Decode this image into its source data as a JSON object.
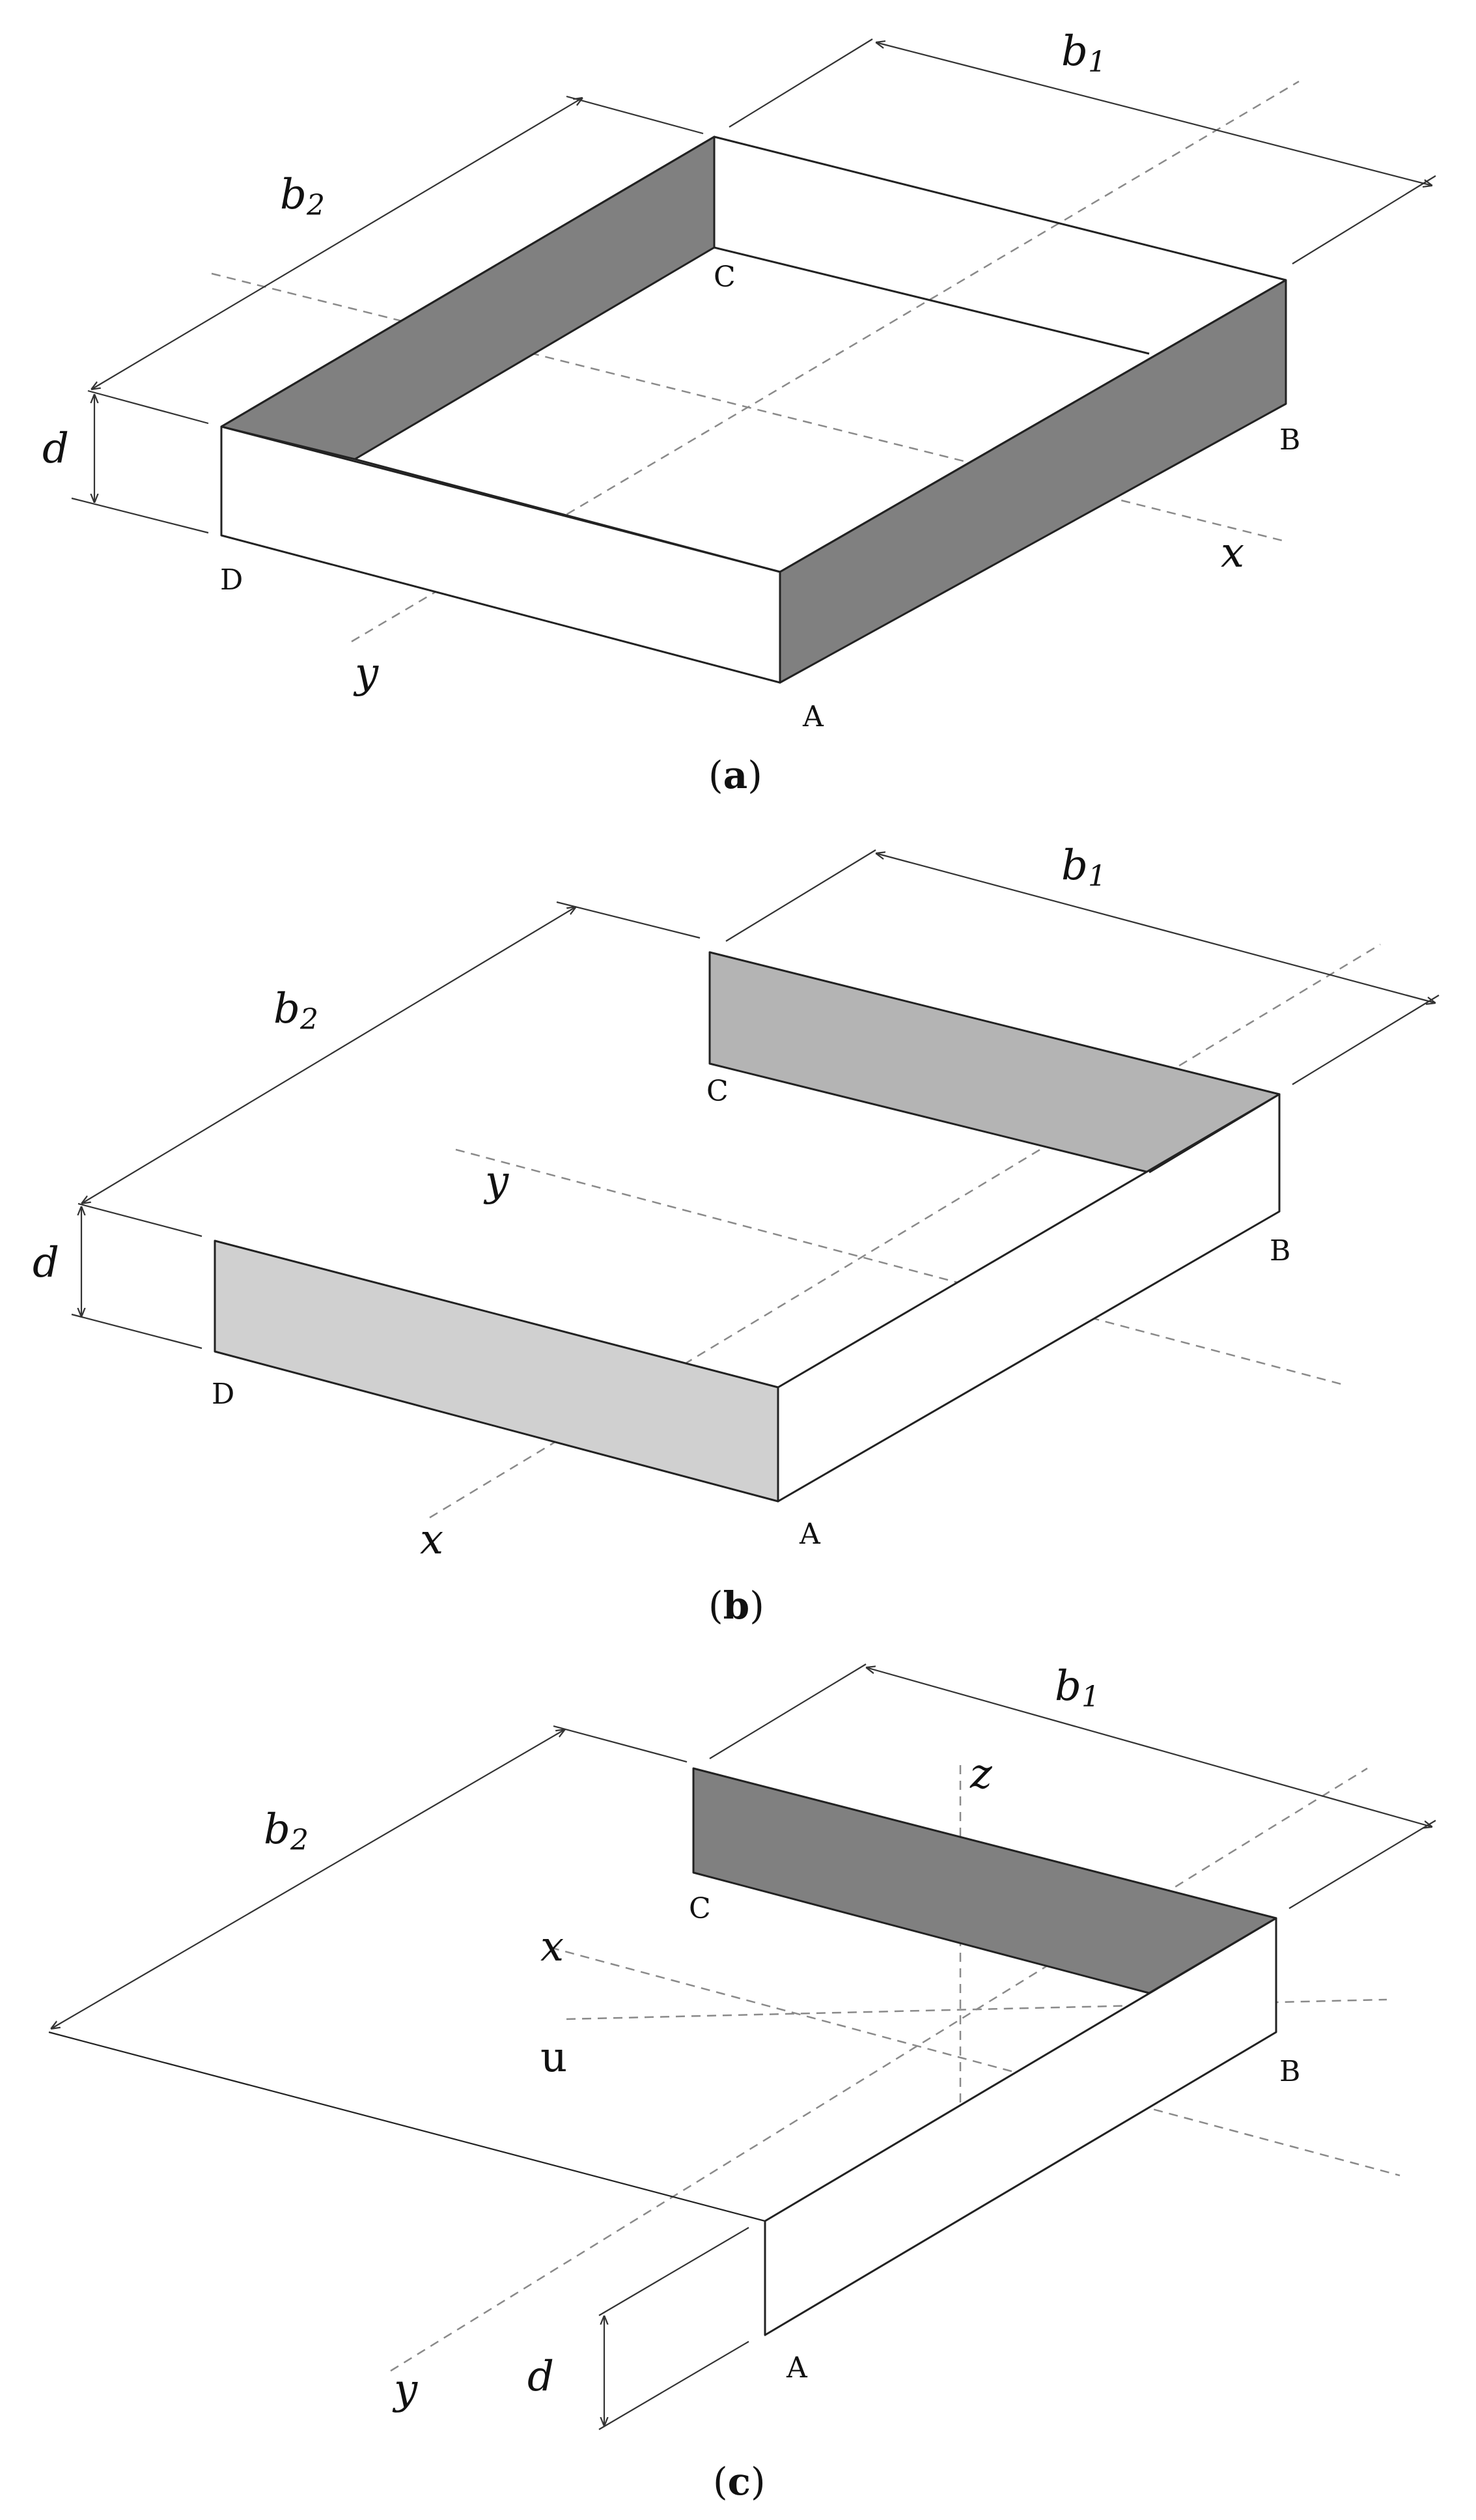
{
  "colors": {
    "line": "#222222",
    "shade_dark": "#808080",
    "shade_mid": "#b4b4b4",
    "shade_light": "#d0d0d0",
    "axis": "#8a8a8a"
  },
  "panels": [
    {
      "caption_letter": "a",
      "dims": {
        "b1": "b",
        "b1_sub": "1",
        "b2": "b",
        "b2_sub": "2",
        "d": "d"
      },
      "points": {
        "A": "A",
        "B": "B",
        "C": "C",
        "D": "D"
      },
      "axes": {
        "x": "x",
        "y": "y"
      }
    },
    {
      "caption_letter": "b",
      "dims": {
        "b1": "b",
        "b1_sub": "1",
        "b2": "b",
        "b2_sub": "2",
        "d": "d"
      },
      "points": {
        "A": "A",
        "B": "B",
        "C": "C",
        "D": "D"
      },
      "axes": {
        "x": "x",
        "y": "y"
      }
    },
    {
      "caption_letter": "c",
      "dims": {
        "b1": "b",
        "b1_sub": "1",
        "b2": "b",
        "b2_sub": "2",
        "d": "d"
      },
      "points": {
        "A": "A",
        "B": "B",
        "C": "C"
      },
      "axes": {
        "x": "x",
        "y": "y",
        "z": "z",
        "u": "u"
      }
    }
  ]
}
